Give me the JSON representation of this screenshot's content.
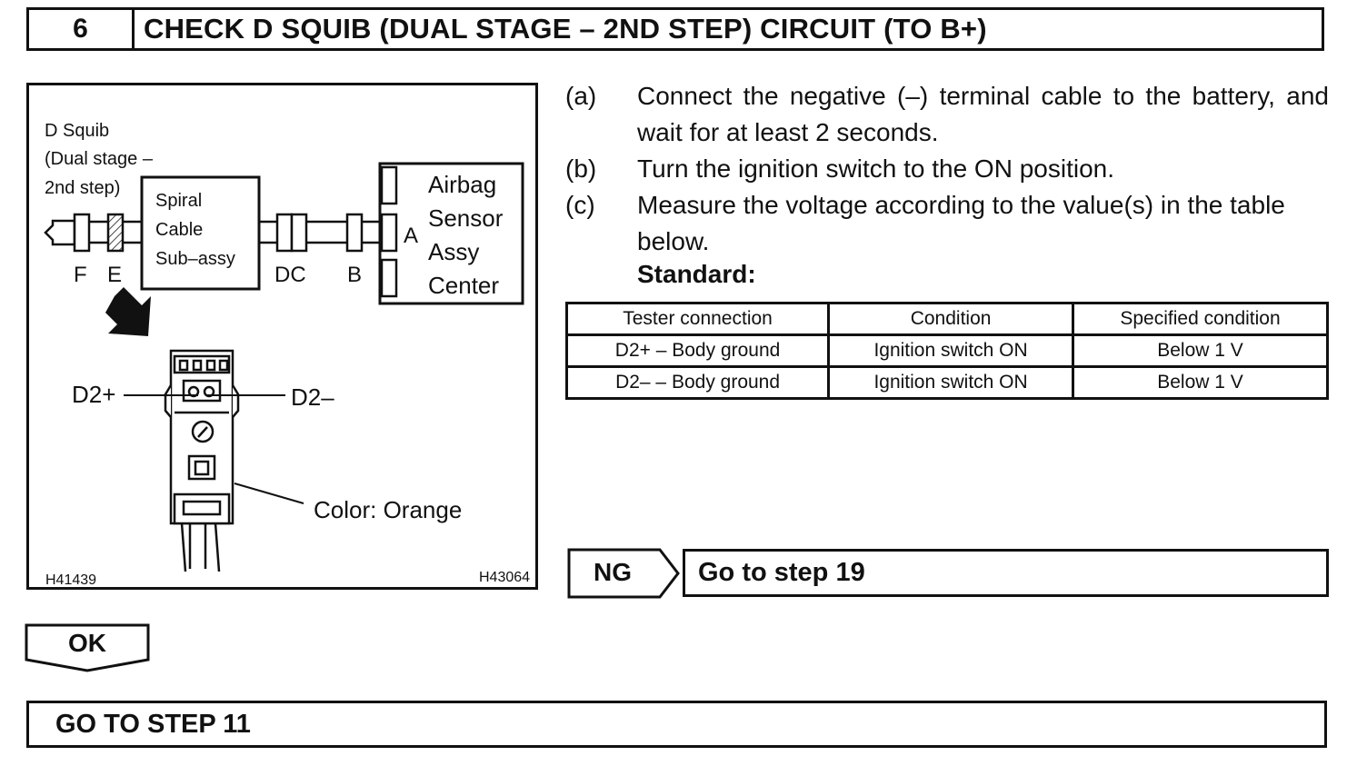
{
  "header": {
    "step_number": "6",
    "title": "CHECK D SQUIB (DUAL STAGE – 2ND STEP) CIRCUIT (TO B+)"
  },
  "figure": {
    "squib_label_1": "D Squib",
    "squib_label_2": "(Dual stage –",
    "squib_label_3": "2nd step)",
    "spiral_1": "Spiral",
    "spiral_2": "Cable",
    "spiral_3": "Sub–assy",
    "conn_f": "F",
    "conn_e": "E",
    "conn_dc": "DC",
    "conn_b": "B",
    "conn_a": "A",
    "airbag_1": "Airbag",
    "airbag_2": "Sensor",
    "airbag_3": "Assy",
    "airbag_4": "Center",
    "pin_left": "D2+",
    "pin_right": "D2–",
    "color_note": "Color: Orange",
    "code_left": "H41439",
    "code_right": "H43064"
  },
  "instructions": [
    {
      "letter": "(a)",
      "text": "Connect the negative (–) terminal cable to the battery, and wait for at least 2 seconds."
    },
    {
      "letter": "(b)",
      "text": "Turn the ignition switch to the ON position."
    },
    {
      "letter": "(c)",
      "text": "Measure the voltage according to the value(s) in the table below."
    }
  ],
  "standard_label": "Standard:",
  "table": {
    "headers": [
      "Tester connection",
      "Condition",
      "Specified condition"
    ],
    "rows": [
      [
        "D2+ – Body ground",
        "Ignition switch ON",
        "Below 1 V"
      ],
      [
        "D2– – Body ground",
        "Ignition switch ON",
        "Below 1 V"
      ]
    ]
  },
  "ng": {
    "label": "NG",
    "target": "Go to step 19"
  },
  "ok": {
    "label": "OK",
    "target": "GO TO STEP 11"
  }
}
